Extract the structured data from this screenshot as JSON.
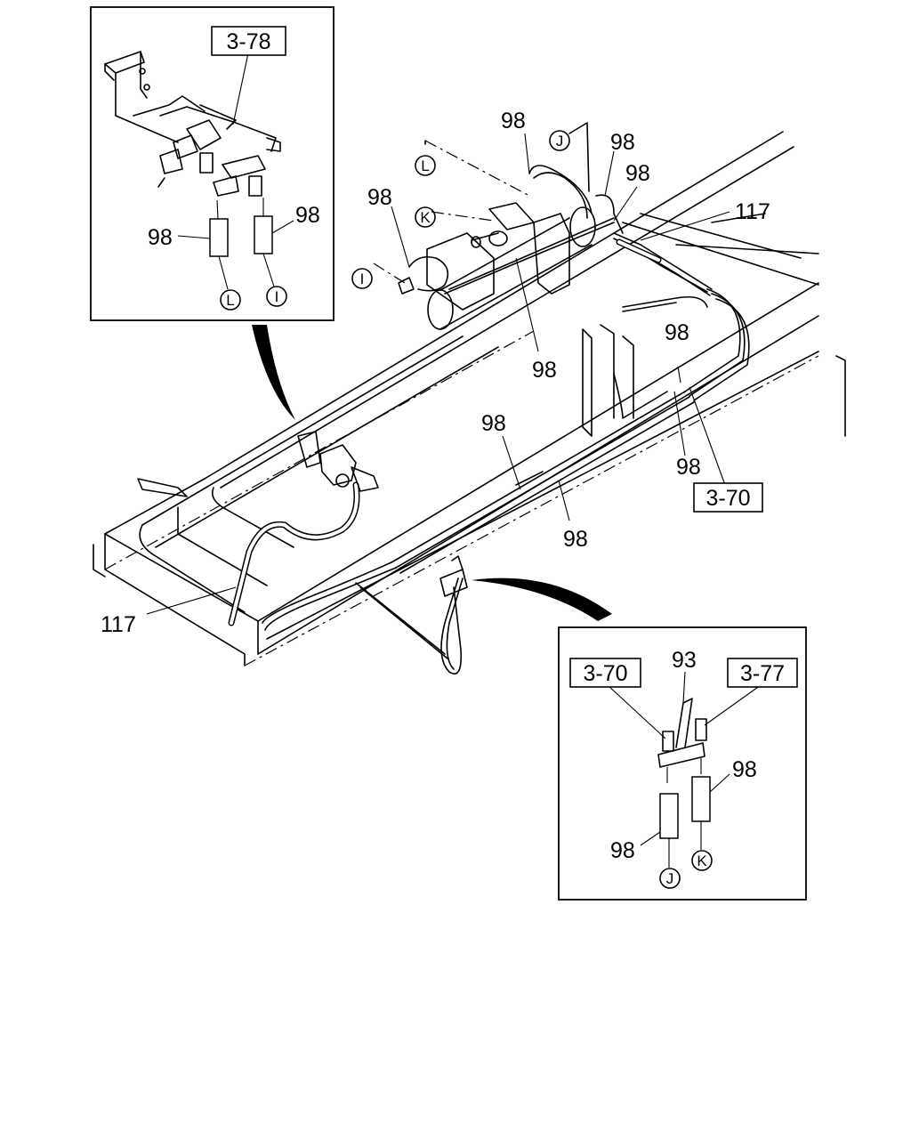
{
  "labels": {
    "ref_3_78": "3-78",
    "ref_3_70_main": "3-70",
    "ref_3_70_inset": "3-70",
    "ref_3_77": "3-77",
    "part_98": "98",
    "part_117": "117",
    "part_93": "93"
  },
  "connectors": {
    "I": "I",
    "J": "J",
    "K": "K",
    "L": "L"
  },
  "icons": {
    "reference_arrow": "curved-pointer-icon",
    "connector_marker": "circled-letter-icon"
  }
}
